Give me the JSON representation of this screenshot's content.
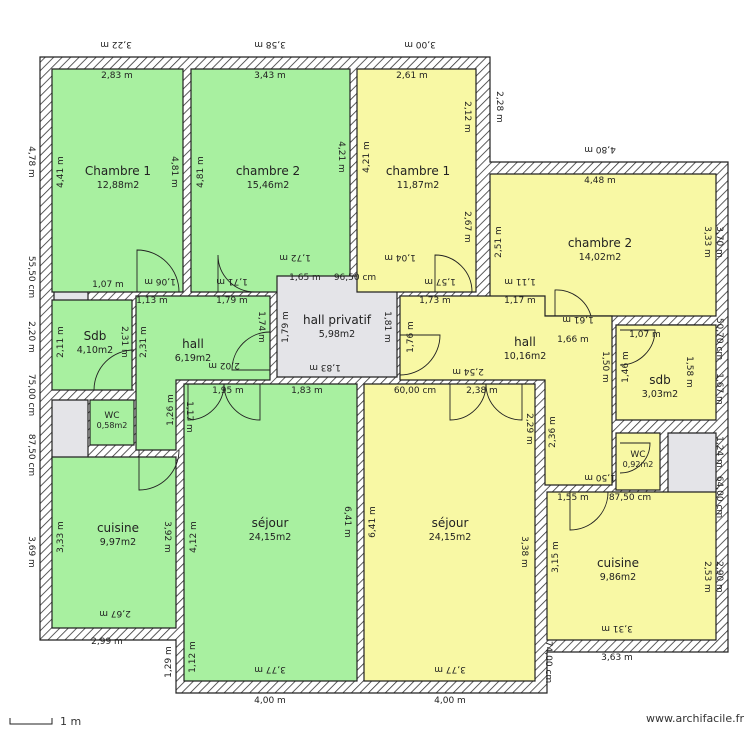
{
  "colors": {
    "green_unit": "#a8f0a0",
    "yellow_unit": "#f8f8a4",
    "common": "#e4e4e8",
    "wall_hatch": "#222222"
  },
  "rooms": [
    {
      "name": "Chambre 1",
      "area": "12,88m2",
      "unit": "green"
    },
    {
      "name": "chambre 2",
      "area": "15,46m2",
      "unit": "green"
    },
    {
      "name": "Sdb",
      "area": "4,10m2",
      "unit": "green"
    },
    {
      "name": "hall",
      "area": "6,19m2",
      "unit": "green"
    },
    {
      "name": "cuisine",
      "area": "9,97m2",
      "unit": "green"
    },
    {
      "name": "séjour",
      "area": "24,15m2",
      "unit": "green"
    },
    {
      "name": "hall privatif",
      "area": "5,98m2",
      "unit": "common"
    },
    {
      "name": "chambre 1",
      "area": "11,87m2",
      "unit": "yellow"
    },
    {
      "name": "chambre 2",
      "area": "14,02m2",
      "unit": "yellow"
    },
    {
      "name": "hall",
      "area": "10,16m2",
      "unit": "yellow"
    },
    {
      "name": "séjour",
      "area": "24,15m2",
      "unit": "yellow"
    },
    {
      "name": "sdb",
      "area": "3,03m2",
      "unit": "yellow"
    },
    {
      "name": "WC",
      "area": "0,92m2",
      "unit": "yellow"
    },
    {
      "name": "cuisine",
      "area": "9,86m2",
      "unit": "yellow"
    },
    {
      "name": "WC",
      "area": "0,58m2",
      "unit": "green"
    }
  ],
  "dimensions": [
    "3,22 m",
    "3,58 m",
    "3,00 m",
    "4,80 m",
    "2,83 m",
    "3,43 m",
    "2,61 m",
    "4,48 m",
    "4,78 m",
    "55,50 cm",
    "2,20 m",
    "75,00 cm",
    "87,50 cm",
    "3,69 m",
    "4,41 m",
    "4,81 m",
    "4,81 m",
    "4,21 m",
    "4,21 m",
    "2,12 m",
    "2,67 m",
    "2,28 m",
    "2,51 m",
    "3,33 m",
    "3,70 m",
    "50,70 cm",
    "1,67 m",
    "1,24 m",
    "64,00 cm",
    "2,90 m",
    "1,65 m",
    "96,50 cm",
    "1,79 m",
    "1,81 m",
    "1,83 m",
    "1,72 m",
    "1,04 m",
    "1,13 m",
    "1,79 m",
    "1,06 m",
    "1,71 m",
    "2,02 m",
    "1,74 m",
    "2,31 m",
    "1,95 m",
    "1,83 m",
    "1,26 m",
    "1,17 m",
    "2,11 m",
    "2,31 m",
    "1,07 m",
    "1,73 m",
    "1,17 m",
    "1,57 m",
    "1,11 m",
    "1,76 m",
    "2,54 m",
    "2,38 m",
    "60,00 cm",
    "1,66 m",
    "1,61 m",
    "1,50 m",
    "2,36 m",
    "2,29 m",
    "1,50 m",
    "1,55 m",
    "87,50 cm",
    "4,12 m",
    "6,41 m",
    "3,77 m",
    "4,00 m",
    "6,41 m",
    "3,38 m",
    "3,77 m",
    "4,00 m",
    "74,00 cm",
    "3,33 m",
    "3,92 m",
    "2,67 m",
    "2,99 m",
    "1,29 m",
    "1,12 m",
    "3,15 m",
    "2,53 m",
    "3,31 m",
    "3,63 m",
    "1,58 m",
    "1,46 m",
    "1,07 m"
  ],
  "scale_label": "1 m",
  "watermark": "www.archifacile.fr"
}
